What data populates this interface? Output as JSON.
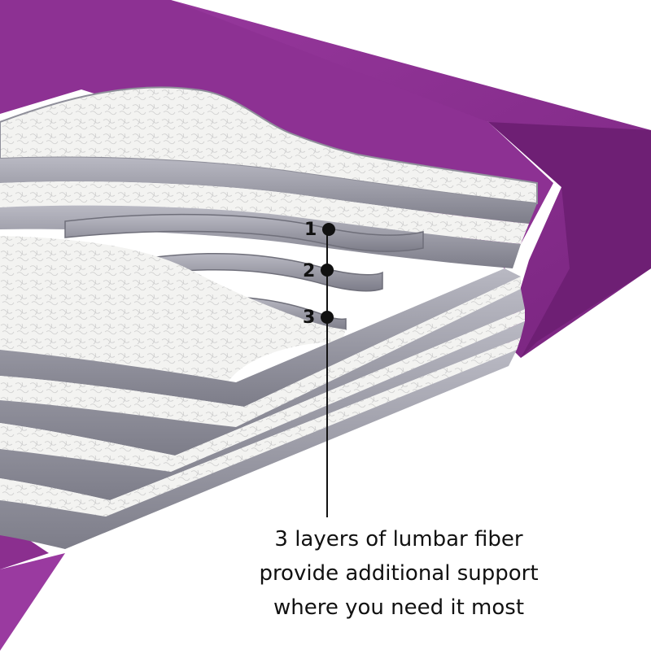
{
  "layer_markers": [
    {
      "number": "1"
    },
    {
      "number": "2"
    },
    {
      "number": "3"
    }
  ],
  "caption": {
    "line1": "3 layers of lumbar fiber",
    "line2": "provide additional support",
    "line3": "where you need it most"
  },
  "colors": {
    "frame_purple": "#8b2f8f",
    "frame_purple_dark": "#6e1f74",
    "fiber_white": "#f3f3f1",
    "layer_edge_gray": "#8f8f9a",
    "marker_black": "#111111"
  }
}
